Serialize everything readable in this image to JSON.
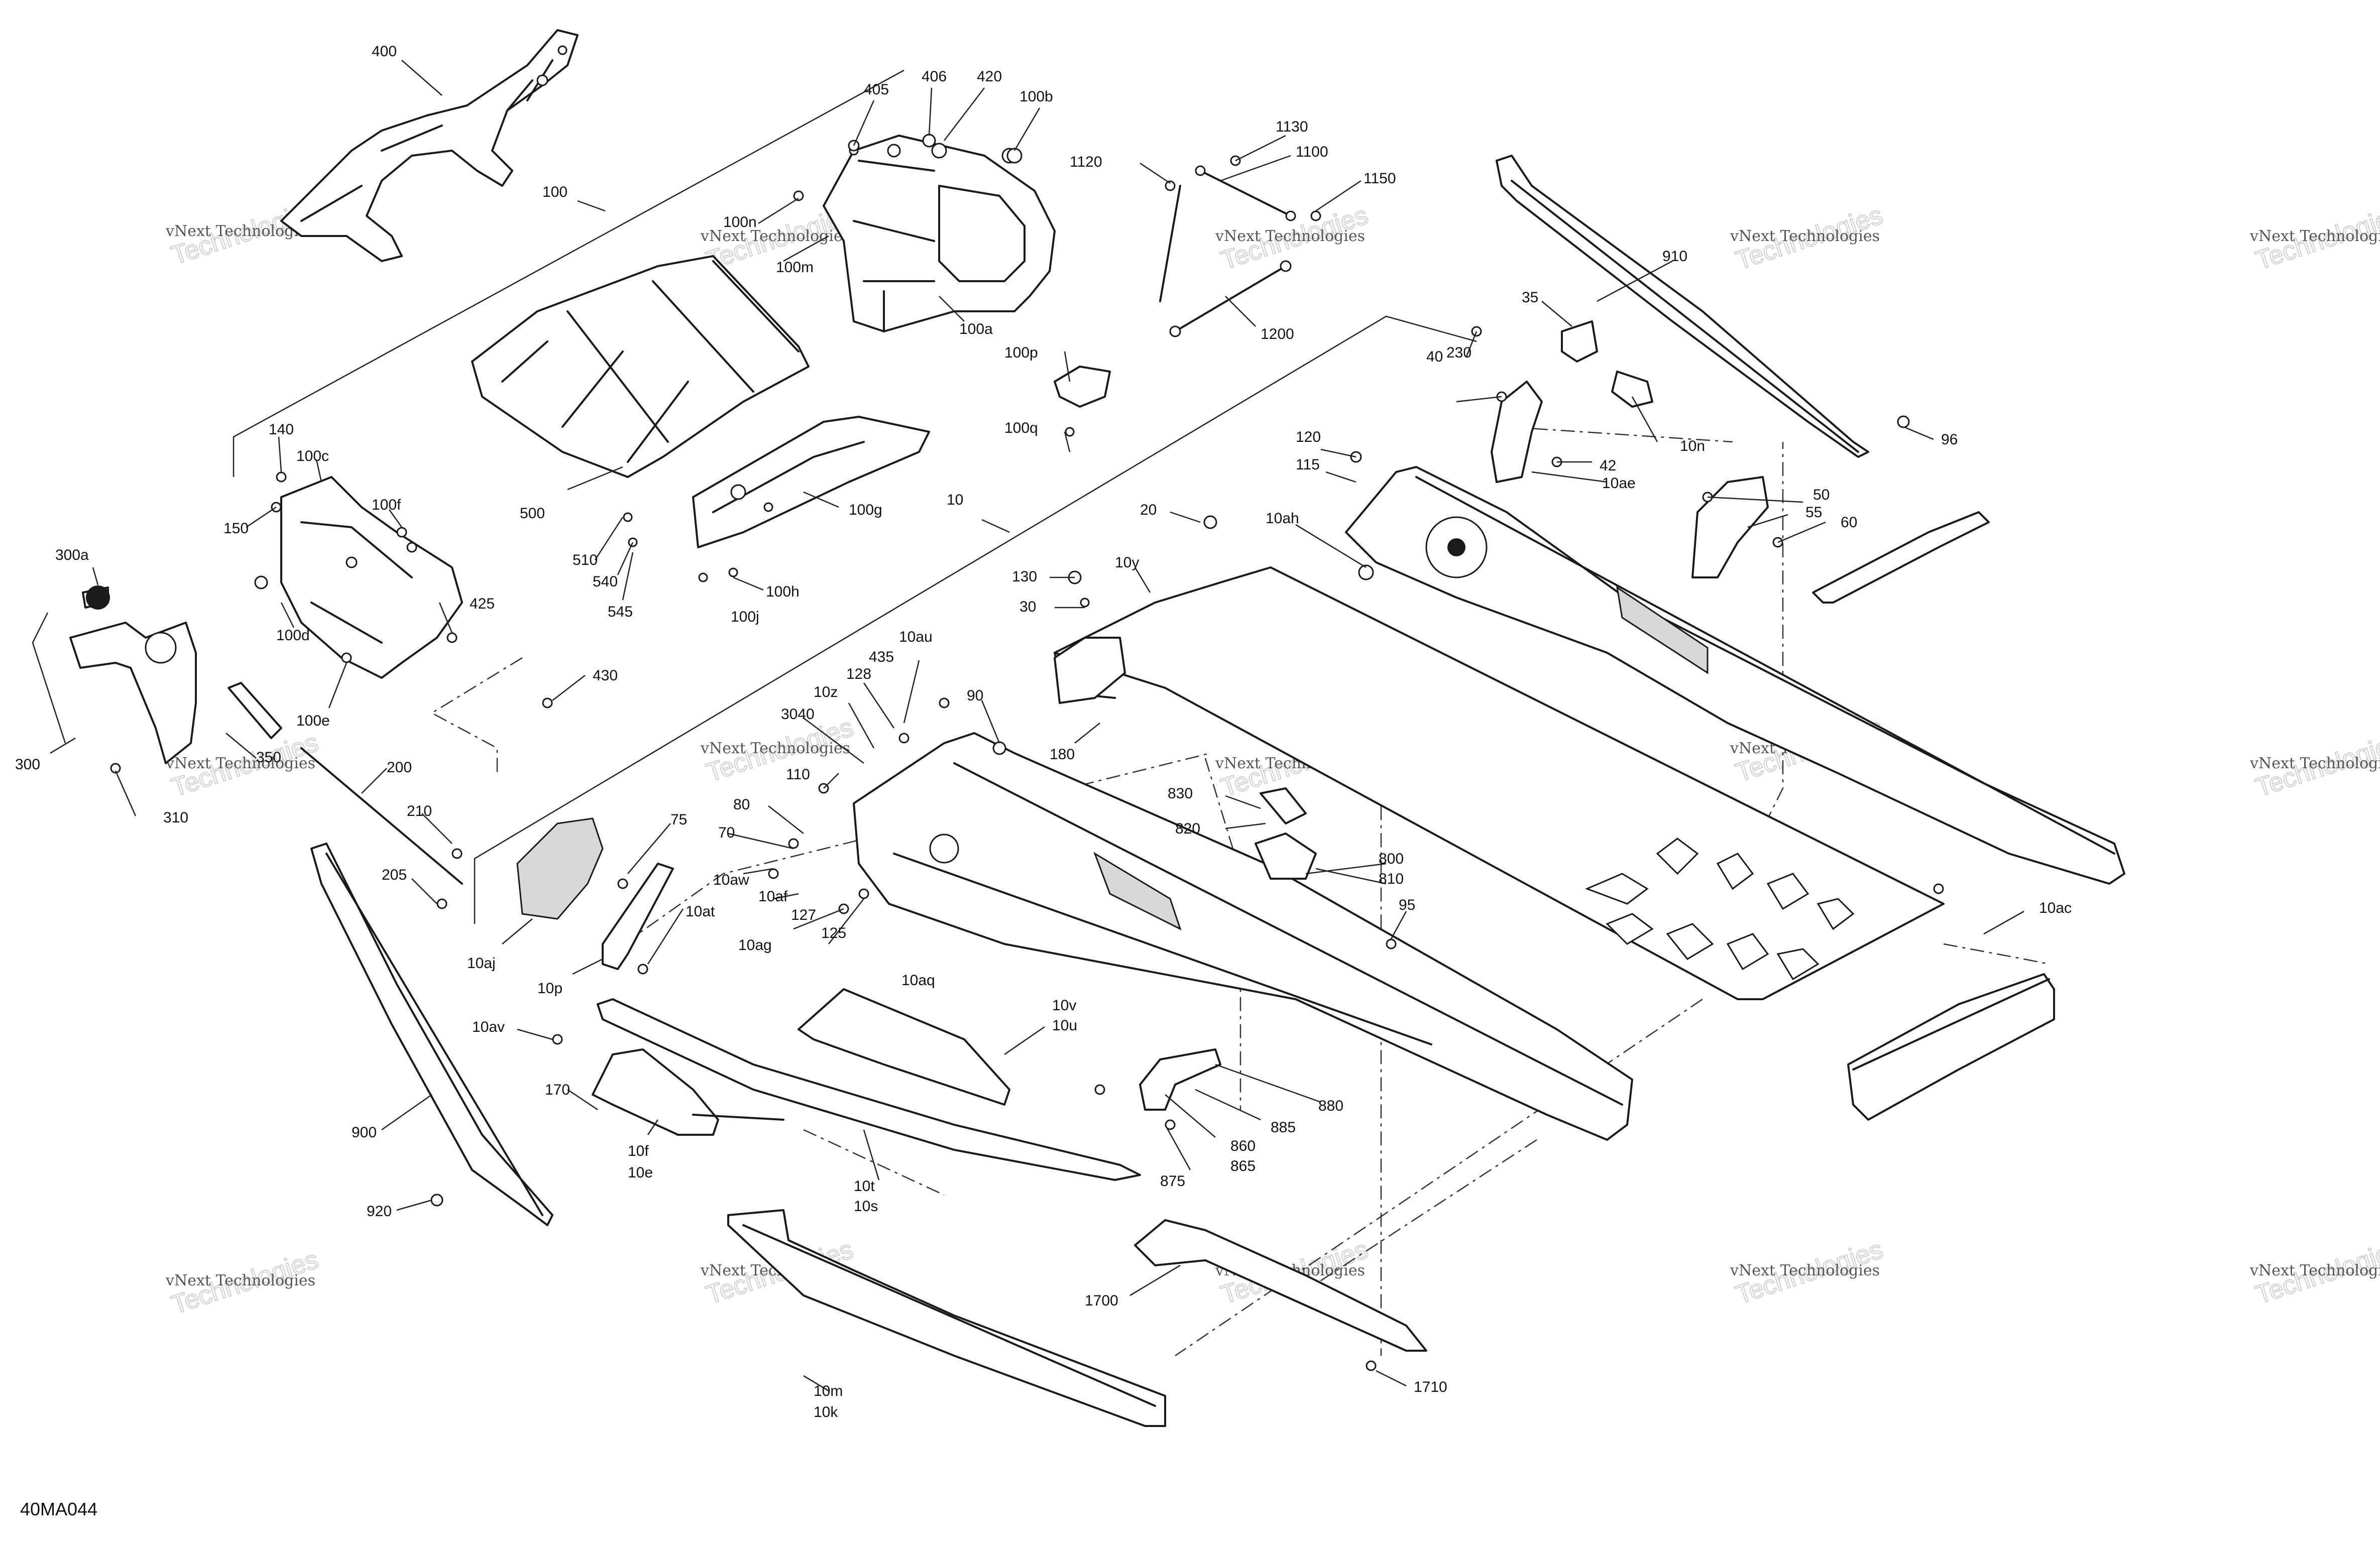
{
  "diagram_code": "40MA044",
  "watermark": {
    "line1": "vNext Technologies",
    "line2": "Technologies",
    "line3": "vNext"
  },
  "callouts": {
    "c400": "400",
    "c405": "405",
    "c406": "406",
    "c420": "420",
    "c100b": "100b",
    "c100": "100",
    "c100n": "100n",
    "c100m": "100m",
    "c100a": "100a",
    "c1120": "1120",
    "c1130": "1130",
    "c1100": "1100",
    "c1150": "1150",
    "c1200": "1200",
    "c910": "910",
    "c35": "35",
    "c230": "230",
    "c40": "40",
    "c10n": "10n",
    "c42": "42",
    "c10ae": "10ae",
    "c96": "96",
    "c55": "55",
    "c50": "50",
    "c60": "60",
    "c100p": "100p",
    "c100q": "100q",
    "c500": "500",
    "c510": "510",
    "c540": "540",
    "c545": "545",
    "c100g": "100g",
    "c100h": "100h",
    "c100j": "100j",
    "c140": "140",
    "c100c": "100c",
    "c100f": "100f",
    "c150": "150",
    "c100d": "100d",
    "c100e": "100e",
    "c425": "425",
    "c430": "430",
    "c300a": "300a",
    "c300": "300",
    "c350": "350",
    "c310": "310",
    "c200": "200",
    "c210": "210",
    "c205": "205",
    "c10": "10",
    "c120": "120",
    "c115": "115",
    "c10ah": "10ah",
    "c20": "20",
    "c130": "130",
    "c10y": "10y",
    "c30": "30",
    "c180": "180",
    "c435": "435",
    "c10au": "10au",
    "c128": "128",
    "c10z": "10z",
    "c3040": "3040",
    "c90": "90",
    "c110": "110",
    "c80": "80",
    "c70": "70",
    "c10aw": "10aw",
    "c10af": "10af",
    "c127": "127",
    "c125": "125",
    "c10ag": "10ag",
    "c75": "75",
    "c10at": "10at",
    "c10aj": "10aj",
    "c10p": "10p",
    "c10aq": "10aq",
    "c10av": "10av",
    "c830": "830",
    "c820": "820",
    "c800": "800",
    "c810": "810",
    "c95": "95",
    "c10ac": "10ac",
    "c10v": "10v",
    "c10u": "10u",
    "c880": "880",
    "c885": "885",
    "c860": "860",
    "c865": "865",
    "c875": "875",
    "c900": "900",
    "c170": "170",
    "c10f": "10f",
    "c10e": "10e",
    "c10t": "10t",
    "c10s": "10s",
    "c920": "920",
    "c1700": "1700",
    "c1710": "1710",
    "c10m": "10m",
    "c10k": "10k"
  }
}
